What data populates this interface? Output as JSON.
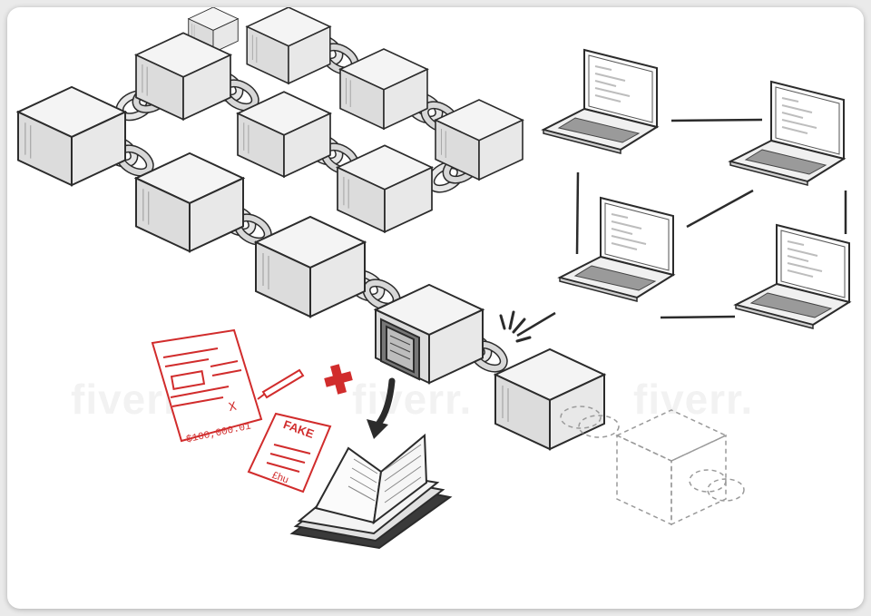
{
  "illustration": {
    "fake_label": "FAKE",
    "check_amount": "$100,000.01",
    "receipt_amount": "£hu",
    "check_mark": "X",
    "watermark": "fiverr.",
    "colors": {
      "ink": "#2b2b2b",
      "cube_face": "#f2f2f2",
      "cube_shade": "#d6d6d6",
      "fraud_red": "#d12c2c"
    },
    "icons": [
      "blockchain-cube-icon",
      "chain-link-icon",
      "laptop-node-icon",
      "document-fraud-icon",
      "pen-icon",
      "plus-icon",
      "down-arrow-icon",
      "ledger-book-icon",
      "ghost-block-icon"
    ]
  }
}
